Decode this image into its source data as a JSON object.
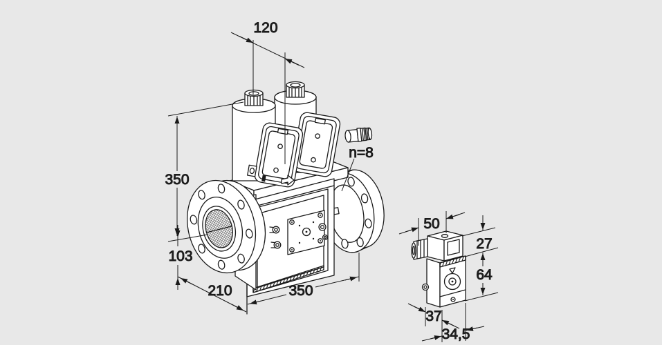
{
  "page": {
    "background_color": "#e8e8e8",
    "line_color": "#1a1a1a",
    "text_color": "#222222"
  },
  "main_view": {
    "name": "double-solenoid-gas-valve-isometric-drawing",
    "dims": {
      "coil_spacing": "120",
      "overall_height": "350",
      "axis_height": "103",
      "body_offset": "210",
      "flange_length": "350",
      "bolt_count_label": "n=8"
    }
  },
  "detail_view": {
    "name": "pilot-valve-detail-drawing",
    "dims": {
      "top_width": "50",
      "connector_height": "27",
      "body_height": "64",
      "depth": "37",
      "bottom_width": "34,5"
    }
  }
}
